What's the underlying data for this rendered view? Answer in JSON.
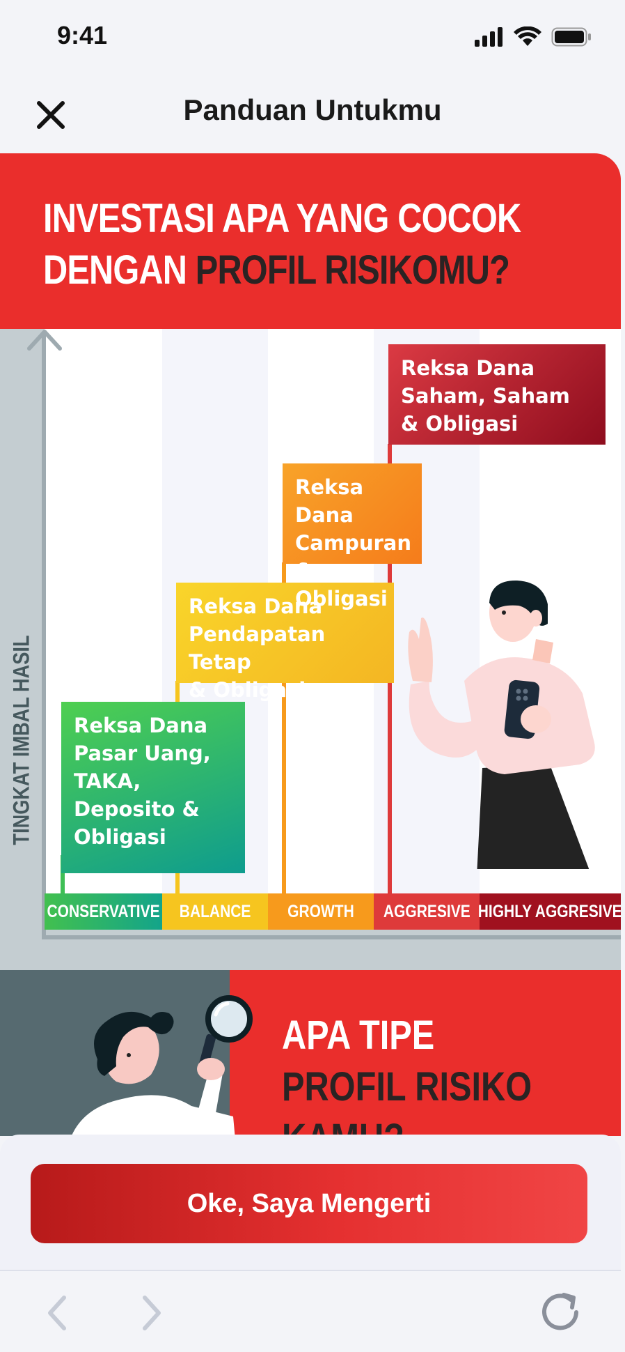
{
  "status_bar": {
    "time": "9:41"
  },
  "header": {
    "title": "Panduan Untukmu"
  },
  "banner": {
    "line1": "INVESTASI APA YANG COCOK",
    "line2_prefix": "DENGAN ",
    "line2_highlight": "PROFIL RISIKOMU?"
  },
  "chart": {
    "y_axis_label": "TINGKAT IMBAL HASIL",
    "boxes": [
      {
        "lines": [
          "Reksa Dana",
          "Pasar Uang,",
          "TAKA,",
          "Deposito &",
          "Obligasi"
        ]
      },
      {
        "lines": [
          "Reksa Dana",
          "Pendapatan Tetap",
          "& Obligasi"
        ]
      },
      {
        "lines": [
          "Reksa Dana",
          "Campuran",
          "& Obligasi"
        ]
      },
      {
        "lines": [
          "Reksa Dana",
          "Saham, Saham",
          "& Obligasi"
        ]
      }
    ],
    "categories": [
      "CONSERVATIVE",
      "BALANCE",
      "GROWTH",
      "AGGRESIVE",
      "HIGHLY AGGRESIVE"
    ],
    "colors": {
      "conservative": "#3fbf55",
      "balance": "#f6c51f",
      "growth": "#f79a1c",
      "aggresive": "#de3a3a",
      "highly_aggresive": "#a0111f"
    }
  },
  "promo": {
    "line1": "APA TIPE",
    "line2": "PROFIL RISIKO",
    "line3": "KAMU?"
  },
  "sheet": {
    "button_label": "Oke, Saya Mengerti"
  },
  "colors": {
    "brand_red": "#ea2e2c",
    "dark_text": "#2a2323",
    "slate": "#566a70"
  }
}
